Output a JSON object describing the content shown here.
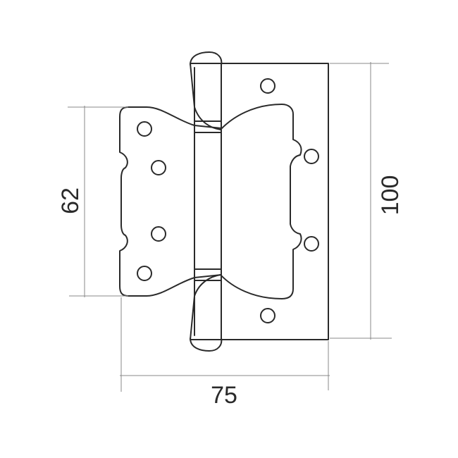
{
  "drawing": {
    "dimensions": {
      "height_outer": "100",
      "height_inner": "62",
      "width": "75"
    }
  }
}
